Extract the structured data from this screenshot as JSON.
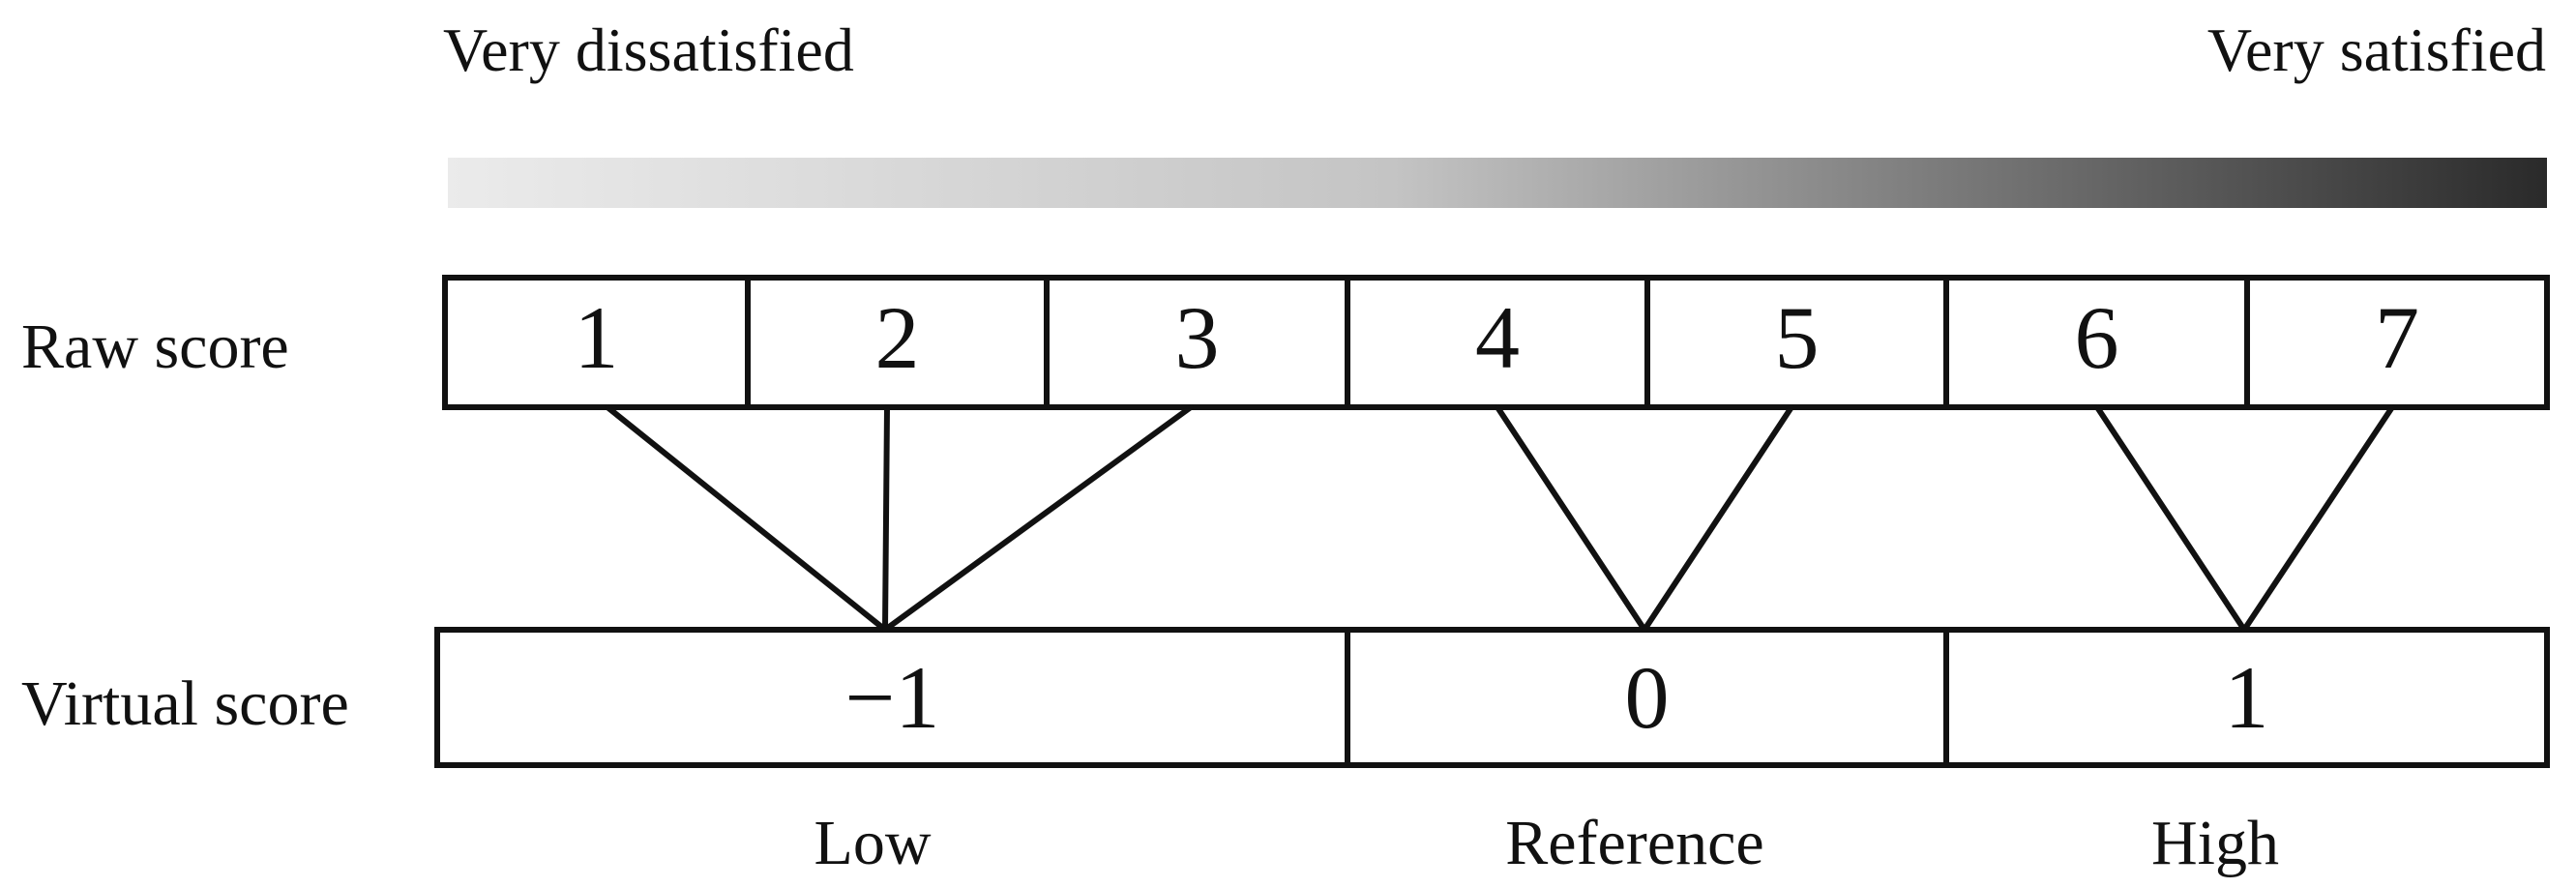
{
  "scale_endpoints": {
    "left_label": "Very dissatisfied",
    "right_label": "Very satisfied"
  },
  "gradient_colors": {
    "start": "#ebebeb",
    "middle": "#c4c4c4",
    "end": "#2a2a2a"
  },
  "line_color": "#111111",
  "raw_row": {
    "label": "Raw score",
    "cells": [
      "1",
      "2",
      "3",
      "4",
      "5",
      "6",
      "7"
    ]
  },
  "virtual_row": {
    "label": "Virtual score",
    "cells": [
      "−1",
      "0",
      "1"
    ]
  },
  "groups": [
    {
      "label": "Low",
      "raw_indices": [
        0,
        1,
        2
      ],
      "virtual_index": 0
    },
    {
      "label": "Reference",
      "raw_indices": [
        3,
        4
      ],
      "virtual_index": 1
    },
    {
      "label": "High",
      "raw_indices": [
        5,
        6
      ],
      "virtual_index": 2
    }
  ]
}
